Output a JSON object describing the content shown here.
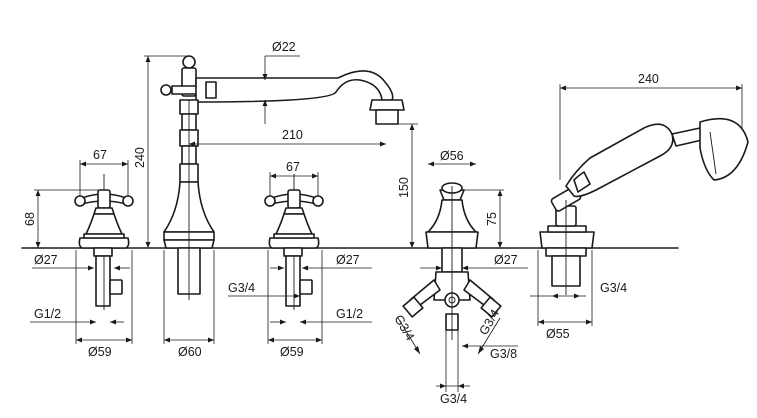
{
  "labels": {
    "d22": "Ø22",
    "w67_left": "67",
    "w67_mid": "67",
    "h240": "240",
    "h68": "68",
    "w210": "210",
    "d56": "Ø56",
    "h150": "150",
    "h75": "75",
    "w240": "240",
    "d27_left": "Ø27",
    "d27_mid": "Ø27",
    "d27_right": "Ø27",
    "g12_left": "G1/2",
    "g12_right": "G1/2",
    "g34_mid": "G3/4",
    "g34_diag_left": "G3/4",
    "g34_diag_right": "G3/4",
    "g38": "G3/8",
    "g34_bottom": "G3/4",
    "g34_shower": "G3/4",
    "d59_left": "Ø59",
    "d59_mid": "Ø59",
    "d60": "Ø60",
    "d55": "Ø55"
  }
}
